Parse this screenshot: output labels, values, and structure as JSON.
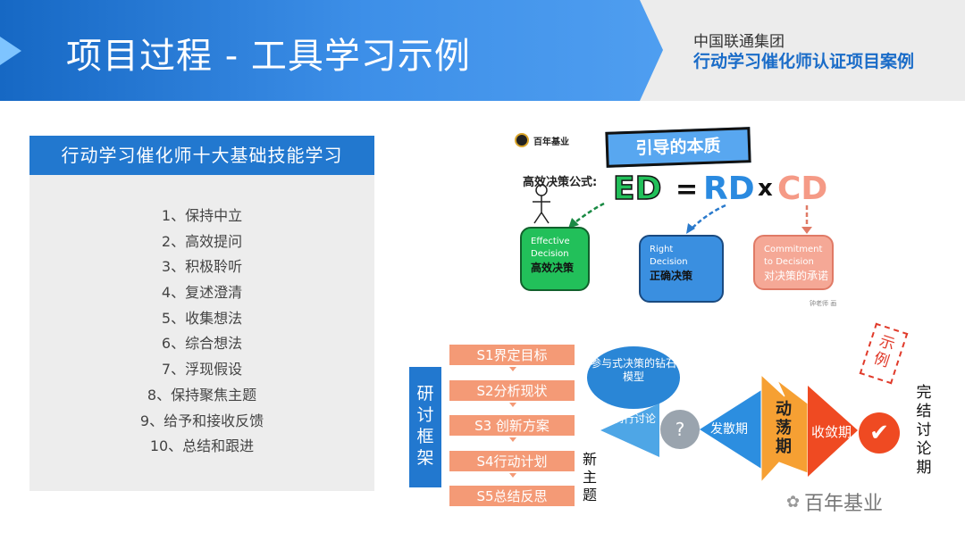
{
  "header": {
    "title": "项目过程 - 工具学习示例",
    "org": "中国联通集团",
    "project": "行动学习催化师认证项目案例"
  },
  "skills_card": {
    "title": "行动学习催化师十大基础技能学习",
    "items": [
      "1、保持中立",
      "2、高效提问",
      "3、积极聆听",
      "4、复述澄清",
      "5、收集想法",
      "6、综合想法",
      "7、浮现假设",
      "8、保持聚焦主题",
      "9、给予和接收反馈",
      "10、总结和跟进"
    ]
  },
  "sketch": {
    "logo_text": "百年基业",
    "banner": "引导的本质",
    "formula_label": "高效决策公式:",
    "eq": {
      "ed": "ED",
      "equals": "=",
      "rd": "RD",
      "times": "x",
      "cd": "CD"
    },
    "green_box": {
      "line1": "Effective",
      "line2": "Decision",
      "cn": "高效决策"
    },
    "blue_box": {
      "line1": "Right",
      "line2": "Decision",
      "cn": "正确决策"
    },
    "pink_box": {
      "line1": "Commitment",
      "line2": "to Decision",
      "cn": "对决策的承诺"
    },
    "signature": "钟老师 画"
  },
  "framework": {
    "label": "研讨框架",
    "steps": [
      "S1界定目标",
      "S2分析现状",
      "S3 创新方案",
      "S4行动计划",
      "S5总结反思"
    ],
    "new_topic": "新主题",
    "diamond_model": "参与式决策的钻石模型",
    "routine": "例行讨论",
    "question": "?",
    "diverge": "发散期",
    "turbulence": "动荡期",
    "converge": "收敛期",
    "check": "✔",
    "done": "完结讨论期",
    "stamp": "示例"
  },
  "watermark": "百年基业",
  "colors": {
    "primary": "#2278cf",
    "step": "#f49a76",
    "turbulence": "#f6a033",
    "converge": "#ef4a22"
  }
}
